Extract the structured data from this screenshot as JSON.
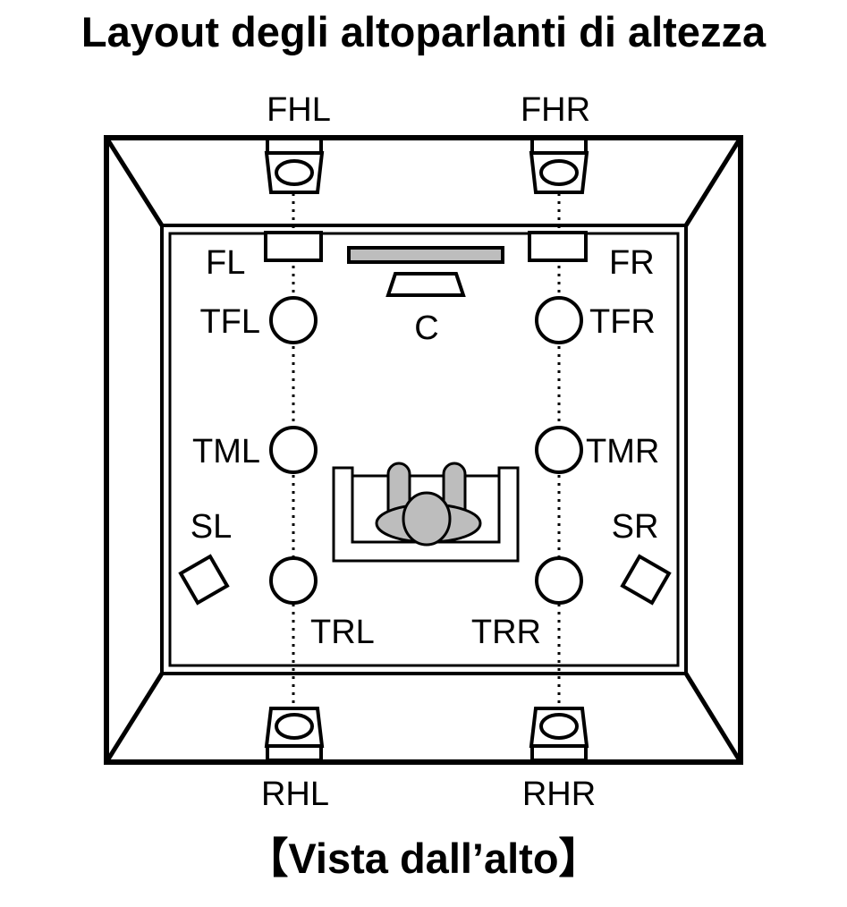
{
  "title": "Layout degli altoparlanti di altezza",
  "footer": "【Vista dall’alto】",
  "speakers": {
    "FHL": "FHL",
    "FHR": "FHR",
    "FL": "FL",
    "FR": "FR",
    "C": "C",
    "TFL": "TFL",
    "TFR": "TFR",
    "TML": "TML",
    "TMR": "TMR",
    "SL": "SL",
    "SR": "SR",
    "TRL": "TRL",
    "TRR": "TRR",
    "RHL": "RHL",
    "RHR": "RHR"
  },
  "colors": {
    "line": "#000000",
    "fill_gray": "#bdbdbd",
    "background": "#ffffff"
  }
}
